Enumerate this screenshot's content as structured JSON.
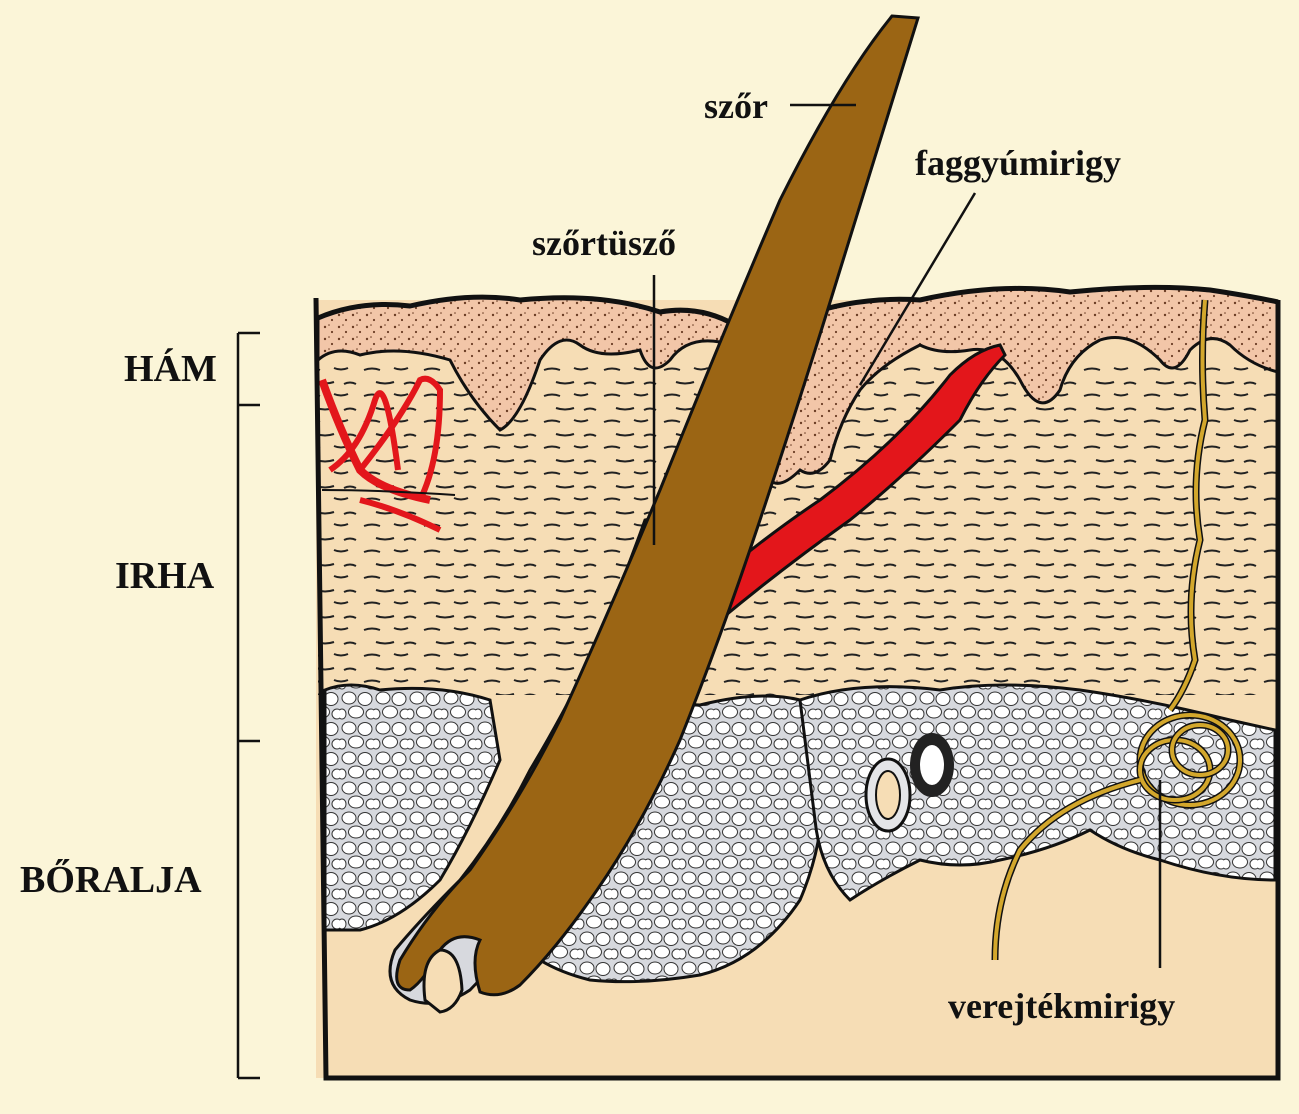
{
  "layers": {
    "epidermis": "HÁM",
    "dermis": "IRHA",
    "hypodermis": "BŐRALJA"
  },
  "labels": {
    "hair": "szőr",
    "sebaceous_gland": "faggyúmirigy",
    "hair_follicle": "szőrtüsző",
    "sweat_gland": "verejtékmirigy"
  },
  "colors": {
    "background": "#fbf5d8",
    "skin_tissue": "#f6ddb5",
    "epidermis": "#f2c6a8",
    "hair": "#9b6514",
    "blood_vessel": "#e3161b",
    "sweat_duct": "#d3a72c",
    "fat_cells": "#ffffff",
    "fat_tissue": "#d7d9de",
    "outline": "#111111"
  }
}
